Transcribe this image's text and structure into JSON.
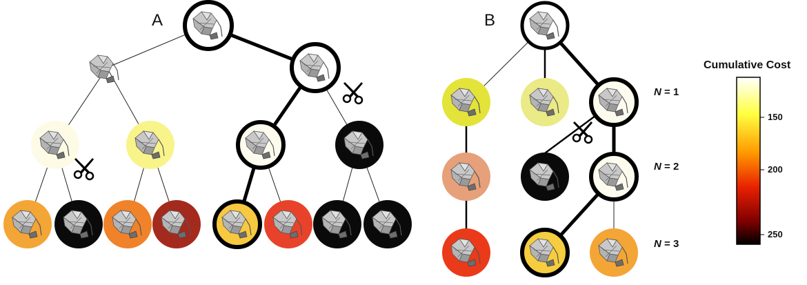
{
  "panels": [
    {
      "label": "A"
    },
    {
      "label": "B"
    }
  ],
  "n_labels": [
    {
      "prefix": "N",
      "suffix": " = 1"
    },
    {
      "prefix": "N",
      "suffix": " = 2"
    },
    {
      "prefix": "N",
      "suffix": " = 3"
    }
  ],
  "colorbar": {
    "title": "Cumulative Cost",
    "ticks": [
      "150",
      "200",
      "250"
    ],
    "tick_values": [
      150,
      200,
      250
    ],
    "colors": [
      "#ffffff",
      "#ffff40",
      "#ff9a00",
      "#e82000",
      "#800000",
      "#000000"
    ]
  },
  "node_colors": {
    "root": "#ffffff",
    "a_l1_left": "#ffffff",
    "a_l1_right": "#ffffff",
    "a_l2": [
      "#fdfbe6",
      "#f8f48a",
      "#fcfbee",
      "#0a0a0a"
    ],
    "a_l3": [
      "#f3a535",
      "#0a0a0a",
      "#f0822a",
      "#a52a1e",
      "#f6c940",
      "#e8432a",
      "#0a0a0a",
      "#0a0a0a"
    ],
    "b_l1": [
      "#e3e33a",
      "#eaea86",
      "#fcfbee"
    ],
    "b_l2": [
      "#e6a07a",
      "#0a0a0a",
      "#fcfbee"
    ],
    "b_l3": [
      "#ea3a1a",
      "#f5cd3e",
      "#f3a535"
    ]
  },
  "icons": [
    "tree-node-robot-pose-icon",
    "scissors-prune-icon"
  ]
}
